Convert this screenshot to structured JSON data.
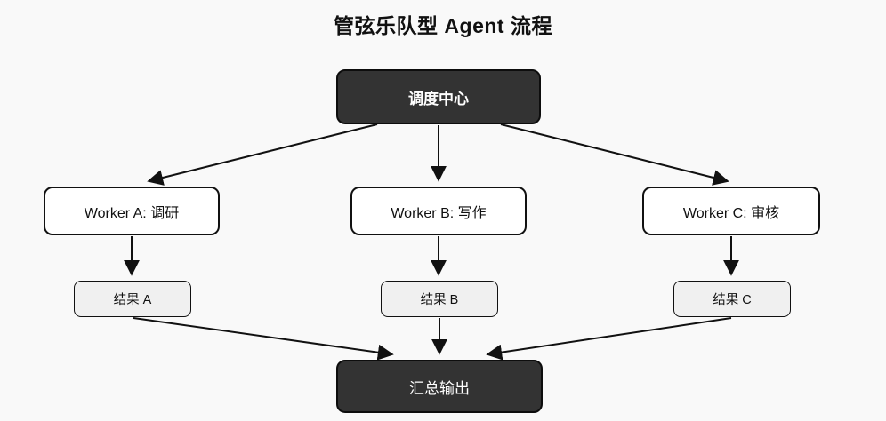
{
  "title": "管弦乐队型 Agent 流程",
  "colors": {
    "background": "#f9f9f9",
    "dark_node_fill": "#333333",
    "dark_node_text": "#ffffff",
    "worker_node_fill": "#ffffff",
    "result_node_fill": "#f0f0f0",
    "border_and_arrow": "#111111",
    "title_text": "#111111"
  },
  "diagram": {
    "nodes": {
      "dispatch": {
        "label": "调度中心"
      },
      "worker_a": {
        "label": "Worker A: 调研"
      },
      "worker_b": {
        "label": "Worker B: 写作"
      },
      "worker_c": {
        "label": "Worker C: 审核"
      },
      "result_a": {
        "label": "结果 A"
      },
      "result_b": {
        "label": "结果 B"
      },
      "result_c": {
        "label": "结果 C"
      },
      "output": {
        "label": "汇总输出"
      }
    },
    "edges": [
      {
        "from": "dispatch",
        "to": "worker_a"
      },
      {
        "from": "dispatch",
        "to": "worker_b"
      },
      {
        "from": "dispatch",
        "to": "worker_c"
      },
      {
        "from": "worker_a",
        "to": "result_a"
      },
      {
        "from": "worker_b",
        "to": "result_b"
      },
      {
        "from": "worker_c",
        "to": "result_c"
      },
      {
        "from": "result_a",
        "to": "output"
      },
      {
        "from": "result_b",
        "to": "output"
      },
      {
        "from": "result_c",
        "to": "output"
      }
    ]
  }
}
